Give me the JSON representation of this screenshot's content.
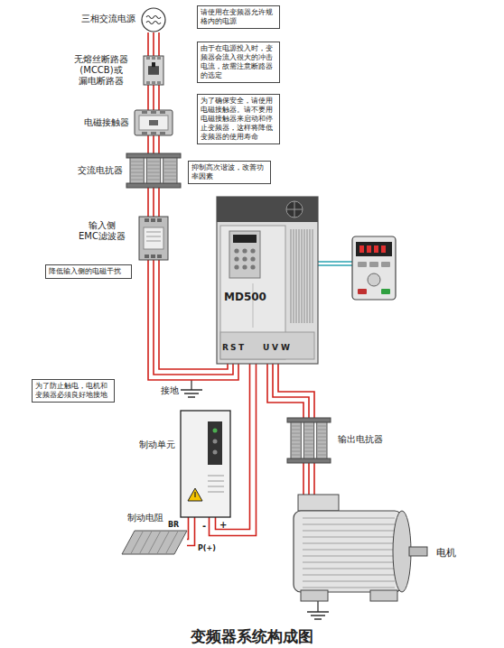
{
  "diagram": {
    "title": "变频器系统构成图",
    "nodes": [
      {
        "text": [
          "三相交流电源"
        ]
      },
      {
        "text": [
          "请使用在变频器允许规 格内的电源"
        ]
      },
      {
        "text": [
          "无熔丝断路器 (MCCB)或 漏电断路器"
        ]
      },
      {
        "text": [
          "由于在电源投入时，变 频器会流入很大的冲击 电流，故需注意断路器 的选定"
        ]
      },
      {
        "text": [
          "电磁接触器"
        ]
      },
      {
        "text": [
          "为了确保安全，请使用 电磁接触器。请不要用 电磁接触器来启动和停 止变频器，这样将降低 变频器的使用寿命"
        ]
      },
      {
        "text": [
          "交流电抗器"
        ]
      },
      {
        "text": [
          "抑制高次谐波，改善功 率因素"
        ]
      },
      {
        "text": [
          "输入侧 EMC滤波器"
        ]
      },
      {
        "text": [
          "降低输入侧的电磁干扰"
        ]
      },
      {
        "text": [
          "MD500"
        ]
      },
      {
        "text": [
          "为了防止触电，电机和 变频器必须良好地接地"
        ]
      },
      {
        "text": [
          "制动单元"
        ]
      },
      {
        "text": [
          "输出电抗器"
        ]
      },
      {
        "text": [
          "制动电阻"
        ]
      },
      {
        "text": [
          "电机"
        ]
      }
    ],
    "edges": [
      {
        "from": 0,
        "to": 2,
        "arrow": "none"
      },
      {
        "from": 2,
        "to": 4,
        "arrow": "none"
      },
      {
        "from": 4,
        "to": 6,
        "arrow": "none"
      },
      {
        "from": 6,
        "to": 8,
        "arrow": "none"
      },
      {
        "from": 8,
        "to": 10,
        "arrow": "none"
      },
      {
        "from": 10,
        "to": 12,
        "arrow": "none"
      },
      {
        "from": 12,
        "to": 14,
        "arrow": "none"
      },
      {
        "from": 10,
        "to": 13,
        "arrow": "none"
      },
      {
        "from": 13,
        "to": 15,
        "arrow": "none"
      }
    ],
    "labels": [
      "R",
      "S",
      "T",
      "U",
      "V",
      "W",
      "接地",
      "-",
      "+",
      "BR",
      "P(+)"
    ]
  }
}
